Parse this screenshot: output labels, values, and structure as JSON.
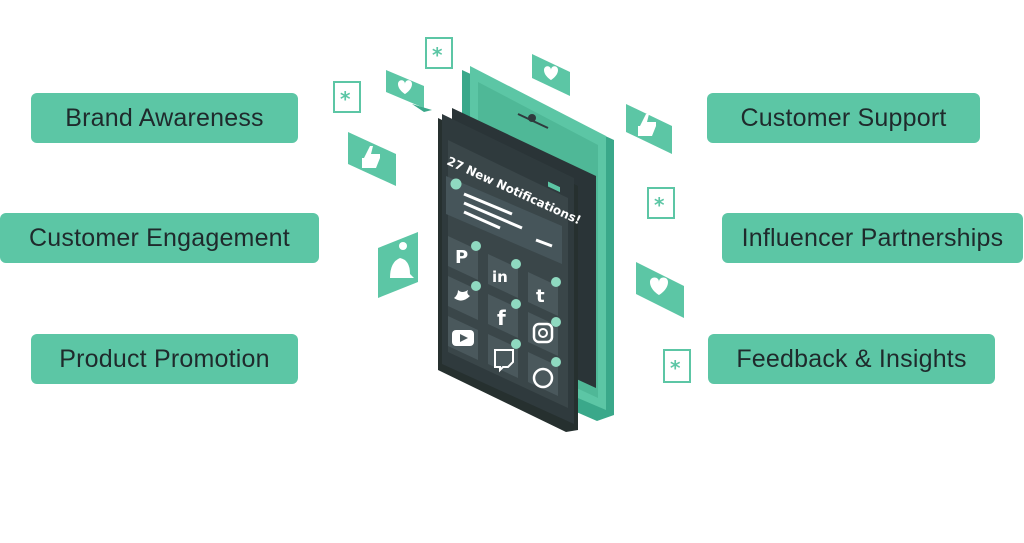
{
  "labels": {
    "left": [
      "Brand Awareness",
      "Customer Engagement",
      "Product Promotion"
    ],
    "right": [
      "Customer Support",
      "Influencer Partnerships",
      "Feedback & Insights"
    ]
  },
  "phone": {
    "notification_text": "27 New Notifications!",
    "apps": [
      "pinterest-icon",
      "linkedin-icon",
      "tumblr-icon",
      "twitter-icon",
      "facebook-icon",
      "instagram-icon",
      "youtube-icon",
      "twitch-icon",
      "whatsapp-icon"
    ]
  },
  "colors": {
    "accent": "#5cc6a5",
    "phone_dark": "#2f3a3d",
    "phone_mid": "#3e4b4e",
    "text_dark": "#1f2a2c"
  }
}
